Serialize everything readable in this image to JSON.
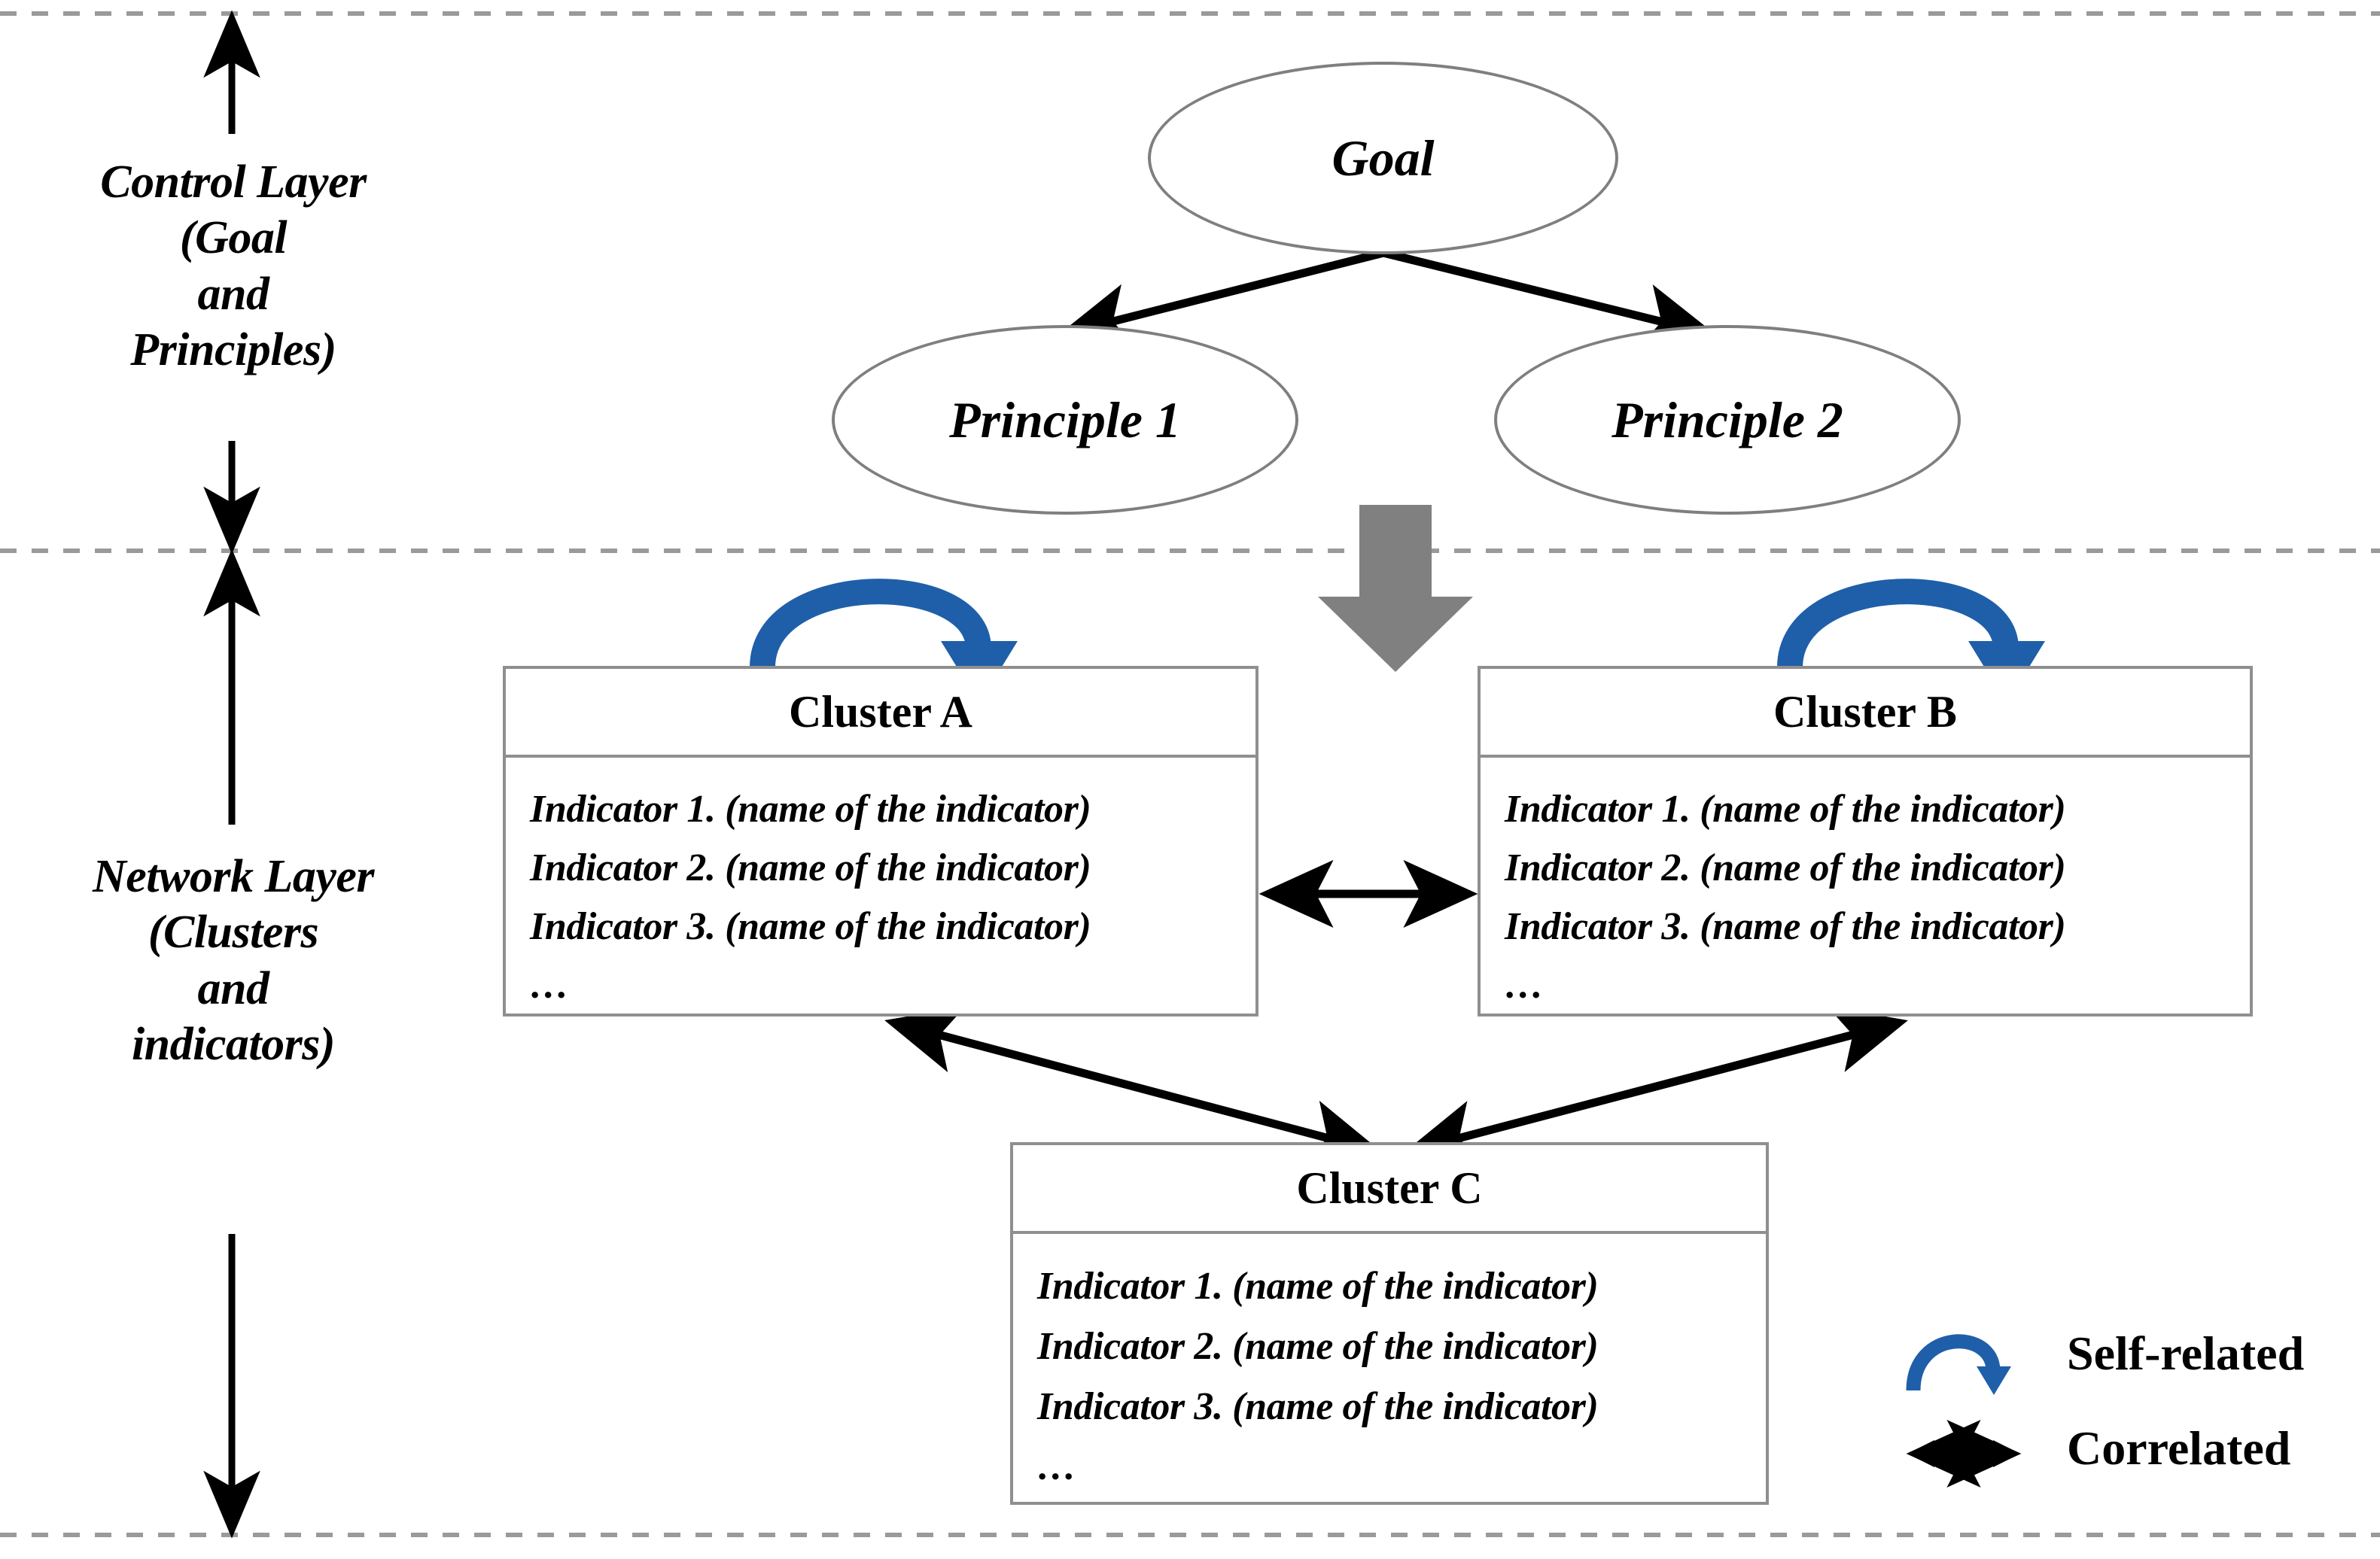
{
  "diagram": {
    "title": "ANP network structure: control layer and network layer",
    "colors": {
      "accent_blue": "#1F5FA9",
      "node_border_gray": "#7f7f7f",
      "box_border_gray": "#8f8f8f",
      "divider_gray": "#808080",
      "arrow_black": "#000000",
      "background": "#ffffff"
    }
  },
  "layers": {
    "control": {
      "label": "Control Layer\n(Goal\nand\nPrinciples)",
      "range_arrow": "vertical-double-arrow"
    },
    "network": {
      "label": "Network Layer\n(Clusters\nand\nindicators)",
      "range_arrow": "vertical-double-arrow"
    }
  },
  "nodes": {
    "goal": {
      "label": "Goal"
    },
    "principle_1": {
      "label": "Principle 1"
    },
    "principle_2": {
      "label": "Principle 2"
    }
  },
  "clusters": [
    {
      "id": "cluster-a",
      "title": "Cluster A",
      "indicators": [
        "Indicator 1. (name of the indicator)",
        "Indicator 2. (name of the indicator)",
        "Indicator 3. (name of the indicator)"
      ],
      "more": "…",
      "self_related": true
    },
    {
      "id": "cluster-b",
      "title": "Cluster B",
      "indicators": [
        "Indicator 1. (name of the indicator)",
        "Indicator 2. (name of the indicator)",
        "Indicator 3. (name of the indicator)"
      ],
      "more": "…",
      "self_related": true
    },
    {
      "id": "cluster-c",
      "title": "Cluster C",
      "indicators": [
        "Indicator 1. (name of the indicator)",
        "Indicator 2. (name of the indicator)",
        "Indicator 3. (name of the indicator)"
      ],
      "more": "…",
      "self_related": false
    }
  ],
  "legend": {
    "self_related": {
      "label": "Self-related",
      "glyph": "blue-curved-arrow"
    },
    "correlated": {
      "label": "Correlated",
      "glyph": "black-double-arrow"
    }
  },
  "connections": [
    {
      "from": "goal",
      "to": "principle_1",
      "type": "directed"
    },
    {
      "from": "goal",
      "to": "principle_2",
      "type": "directed"
    },
    {
      "from": "control-layer",
      "to": "network-layer",
      "type": "thick-gray-down-arrow"
    },
    {
      "from": "cluster-a",
      "to": "cluster-b",
      "type": "correlated"
    },
    {
      "from": "cluster-a",
      "to": "cluster-c",
      "type": "correlated"
    },
    {
      "from": "cluster-b",
      "to": "cluster-c",
      "type": "correlated"
    },
    {
      "from": "cluster-a",
      "to": "cluster-a",
      "type": "self-related"
    },
    {
      "from": "cluster-b",
      "to": "cluster-b",
      "type": "self-related"
    }
  ]
}
